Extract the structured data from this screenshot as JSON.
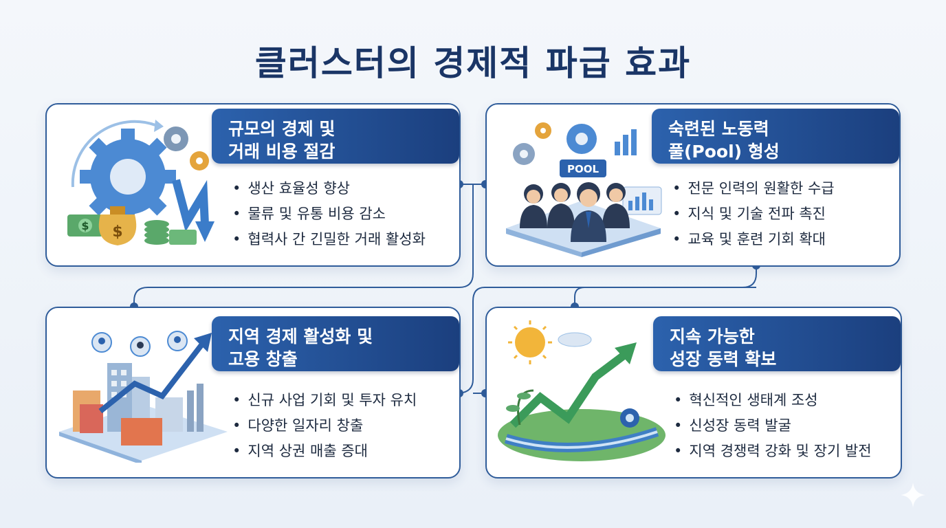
{
  "title": "클러스터의 경제적 파급 효과",
  "cards": [
    {
      "heading_line1": "규모의 경제 및",
      "heading_line2": "거래 비용 절감",
      "bullets": [
        "생산 효율성 향상",
        "물류 및 유통 비용 감소",
        "협력사 간 긴밀한 거래 활성화"
      ],
      "icon": "gears-money-icon"
    },
    {
      "heading_line1": "숙련된 노동력",
      "heading_line2": "풀(Pool) 형성",
      "bullets": [
        "전문 인력의 원활한 수급",
        "지식 및 기술 전파 촉진",
        "교육 및 훈련 기회 확대"
      ],
      "icon": "workforce-pool-icon",
      "sign": "POOL"
    },
    {
      "heading_line1": "지역 경제 활성화 및",
      "heading_line2": "고용 창출",
      "bullets": [
        "신규 사업 기회 및 투자 유치",
        "다양한 일자리 창출",
        "지역 상권 매출 증대"
      ],
      "icon": "city-growth-icon"
    },
    {
      "heading_line1": "지속 가능한",
      "heading_line2": "성장 동력 확보",
      "bullets": [
        "혁신적인 생태계 조성",
        "신성장 동력 발굴",
        "지역 경쟁력 강화 및 장기 발전"
      ],
      "icon": "sustainable-growth-icon"
    }
  ],
  "colors": {
    "title": "#1a3566",
    "banner": "#1b3f7e",
    "border": "#2f5c9a",
    "connector": "#2f5c9a"
  }
}
